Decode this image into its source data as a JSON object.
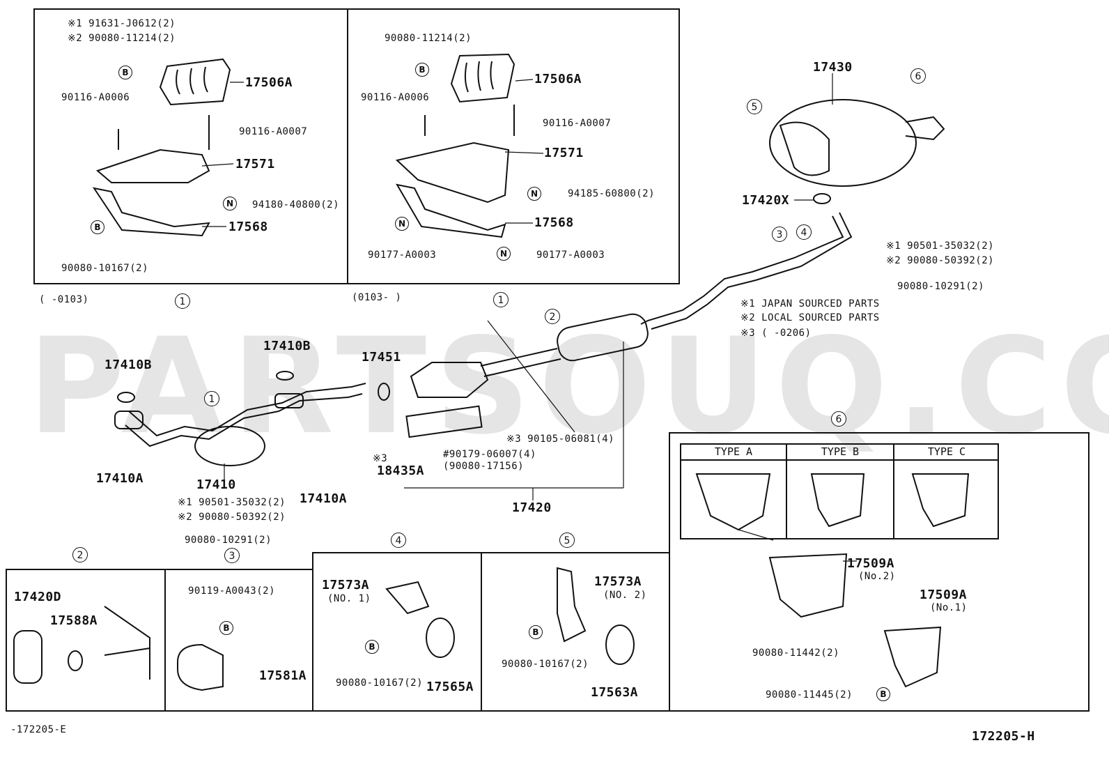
{
  "watermark": "PARTSOUQ.COM",
  "diagram_code_left": "-172205-E",
  "diagram_code_right": "172205-H",
  "legend": {
    "m1": "※1 JAPAN SOURCED PARTS",
    "m2": "※2 LOCAL SOURCED PARTS",
    "m3": "※3 (      -0206)"
  },
  "panel_left": {
    "date": "(      -0103)",
    "index": "1",
    "p1": "※1 91631-J0612(2)",
    "p2": "※2 90080-11214(2)",
    "p3": "17506A",
    "p4": "90116-A0006",
    "p5": "90116-A0007",
    "p6": "17571",
    "p7": "94180-40800(2)",
    "p8": "17568",
    "p9": "90080-10167(2)"
  },
  "panel_mid": {
    "date": "(0103-      )",
    "index": "1",
    "p1": "90080-11214(2)",
    "p2": "17506A",
    "p3": "90116-A0006",
    "p4": "90116-A0007",
    "p5": "17571",
    "p6": "94185-60800(2)",
    "p7": "17568",
    "p8": "90177-A0003",
    "p9": "90177-A0003"
  },
  "muffler": {
    "p1": "17430",
    "idx5": "5",
    "idx6": "6",
    "p2": "17420X",
    "idx3": "3",
    "idx4": "4",
    "p3": "※1 90501-35032(2)",
    "p4": "※2 90080-50392(2)",
    "p5": "90080-10291(2)"
  },
  "front_pipe": {
    "idx1": "1",
    "p1": "17410B",
    "p2": "17410B",
    "p3": "17410A",
    "p4": "17410",
    "p5": "17410A",
    "p6": "※1 90501-35032(2)",
    "p7": "※2 90080-50392(2)",
    "p8": "90080-10291(2)"
  },
  "center_pipe": {
    "idx1": "1",
    "idx2": "2",
    "p1": "17451",
    "p2": "※3 90105-06081(4)",
    "p3": "#90179-06007(4)",
    "p4": "(90080-17156)",
    "p5": "※3",
    "p6": "18435A",
    "p7": "17420"
  },
  "box2": {
    "idx": "2",
    "p1": "17420D",
    "p2": "17588A"
  },
  "box3": {
    "idx": "3",
    "p1": "90119-A0043(2)",
    "p2": "17581A"
  },
  "box4": {
    "idx": "4",
    "p1": "17573A",
    "p1b": "(NO. 1)",
    "p2": "90080-10167(2)",
    "p3": "17565A"
  },
  "box5": {
    "idx": "5",
    "p1": "17573A",
    "p1b": "(NO. 2)",
    "p2": "90080-10167(2)",
    "p3": "17563A"
  },
  "box6": {
    "idx": "6",
    "type_a": "TYPE A",
    "type_b": "TYPE B",
    "type_c": "TYPE C",
    "p1": "17509A",
    "p1b": "(No.2)",
    "p2": "90080-11442(2)",
    "p3": "17509A",
    "p3b": "(No.1)",
    "p4": "90080-11445(2)"
  },
  "badges": {
    "b": "B",
    "n": "N"
  }
}
